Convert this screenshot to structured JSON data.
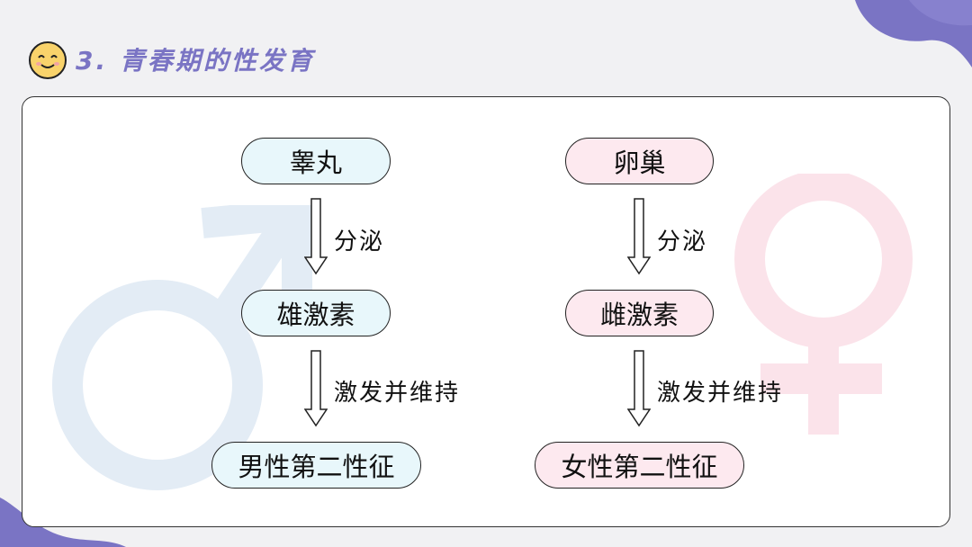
{
  "title": "3. 青春期的性发育",
  "icons": {
    "header": "smiley-face-icon",
    "male_bg": "male-symbol-icon",
    "female_bg": "female-symbol-icon"
  },
  "colors": {
    "title": "#7a74c4",
    "male_fill": "#e8f7fb",
    "female_fill": "#fde9ef",
    "blob": "#7a74c4"
  },
  "diagram": {
    "male": {
      "nodes": [
        "睾丸",
        "雄激素",
        "男性第二性征"
      ],
      "edges": [
        "分泌",
        "激发并维持"
      ]
    },
    "female": {
      "nodes": [
        "卵巢",
        "雌激素",
        "女性第二性征"
      ],
      "edges": [
        "分泌",
        "激发并维持"
      ]
    }
  }
}
